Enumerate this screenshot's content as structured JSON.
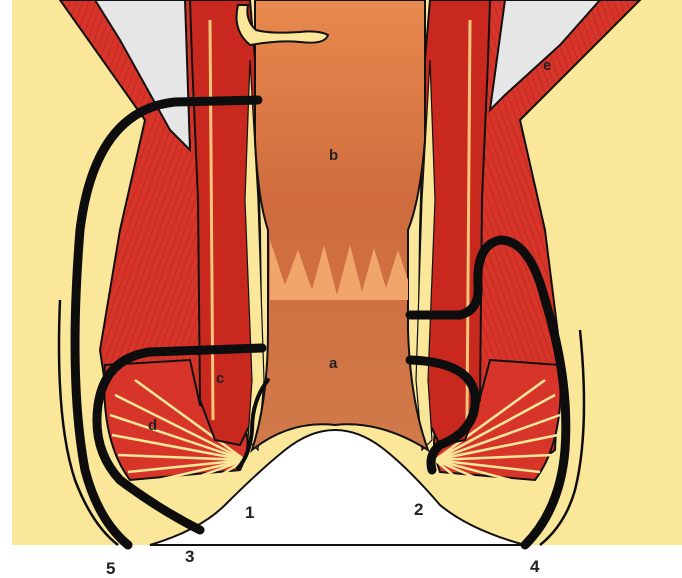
{
  "diagram": {
    "region_labels": {
      "a": "a",
      "b": "b",
      "c": "c",
      "d": "d",
      "e": "e"
    },
    "path_labels": {
      "p1": "1",
      "p2": "2",
      "p3": "3",
      "p4": "4",
      "p5": "5"
    },
    "colors": {
      "background": "#ffffff",
      "fat": "#fbe79a",
      "muscle_red": "#d8352a",
      "muscle_dark": "#b81e18",
      "canal": "#d7774a",
      "canal_light": "#f0a66a",
      "outline": "#111111",
      "fistula_track": "#0d0d0d",
      "space_white": "#ffffff",
      "space_gray": "#e6e6e6"
    }
  }
}
